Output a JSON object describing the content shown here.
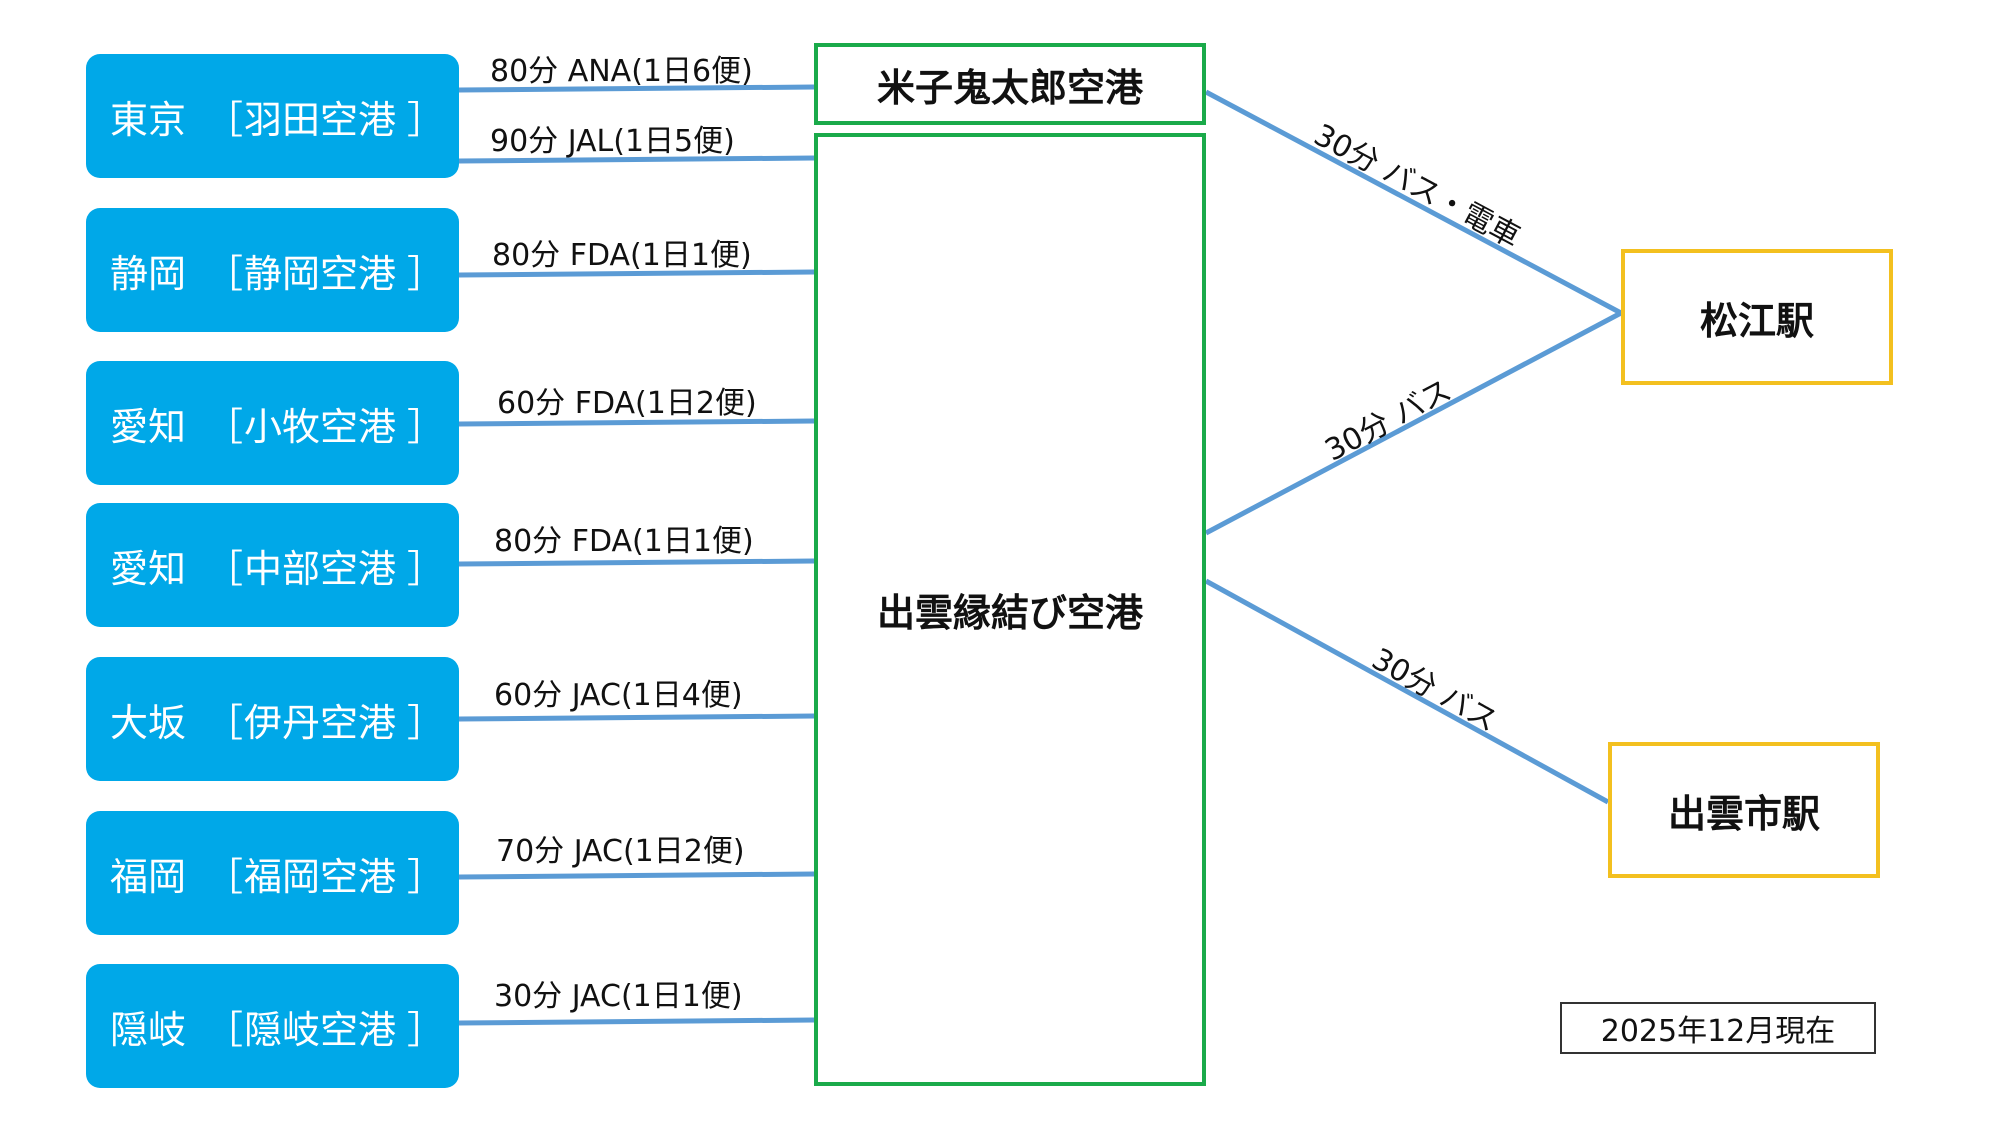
{
  "origins": [
    {
      "city": "東京",
      "open": "［",
      "airport": "羽田空港",
      "close": "］"
    },
    {
      "city": "静岡",
      "open": "［",
      "airport": "静岡空港",
      "close": "］"
    },
    {
      "city": "愛知",
      "open": "［",
      "airport": "小牧空港",
      "close": "］"
    },
    {
      "city": "愛知",
      "open": "［",
      "airport": "中部空港",
      "close": "］"
    },
    {
      "city": "大坂",
      "open": "［",
      "airport": "伊丹空港",
      "close": "］"
    },
    {
      "city": "福岡",
      "open": "［",
      "airport": "福岡空港",
      "close": "］"
    },
    {
      "city": "隠岐",
      "open": "［",
      "airport": "隠岐空港",
      "close": "］"
    }
  ],
  "flights": [
    {
      "label": "80分 ANA(1日6便)",
      "to": "yonago"
    },
    {
      "label": "90分 JAL(1日5便)",
      "to": "izumo"
    },
    {
      "label": "80分 FDA(1日1便)",
      "to": "izumo"
    },
    {
      "label": "60分 FDA(1日2便)",
      "to": "izumo"
    },
    {
      "label": "80分 FDA(1日1便)",
      "to": "izumo"
    },
    {
      "label": "60分 JAC(1日4便)",
      "to": "izumo"
    },
    {
      "label": "70分 JAC(1日2便)",
      "to": "izumo"
    },
    {
      "label": "30分 JAC(1日1便)",
      "to": "izumo"
    }
  ],
  "airports": {
    "yonago": "米子鬼太郎空港",
    "izumo": "出雲縁結び空港"
  },
  "stations": {
    "matsue": "松江駅",
    "izumoshi": "出雲市駅"
  },
  "connections": [
    {
      "label": "30分 バス・電車",
      "from": "yonago",
      "to": "matsue"
    },
    {
      "label": "30分 バス",
      "from": "izumo",
      "to": "matsue"
    },
    {
      "label": "30分 バス",
      "from": "izumo",
      "to": "izumoshi"
    }
  ],
  "as_of": "2025年12月現在",
  "colors": {
    "origin_fill": "#00a8e8",
    "airport_border": "#1aaa4a",
    "station_border": "#f3c01f",
    "line": "#5b9bd5"
  }
}
